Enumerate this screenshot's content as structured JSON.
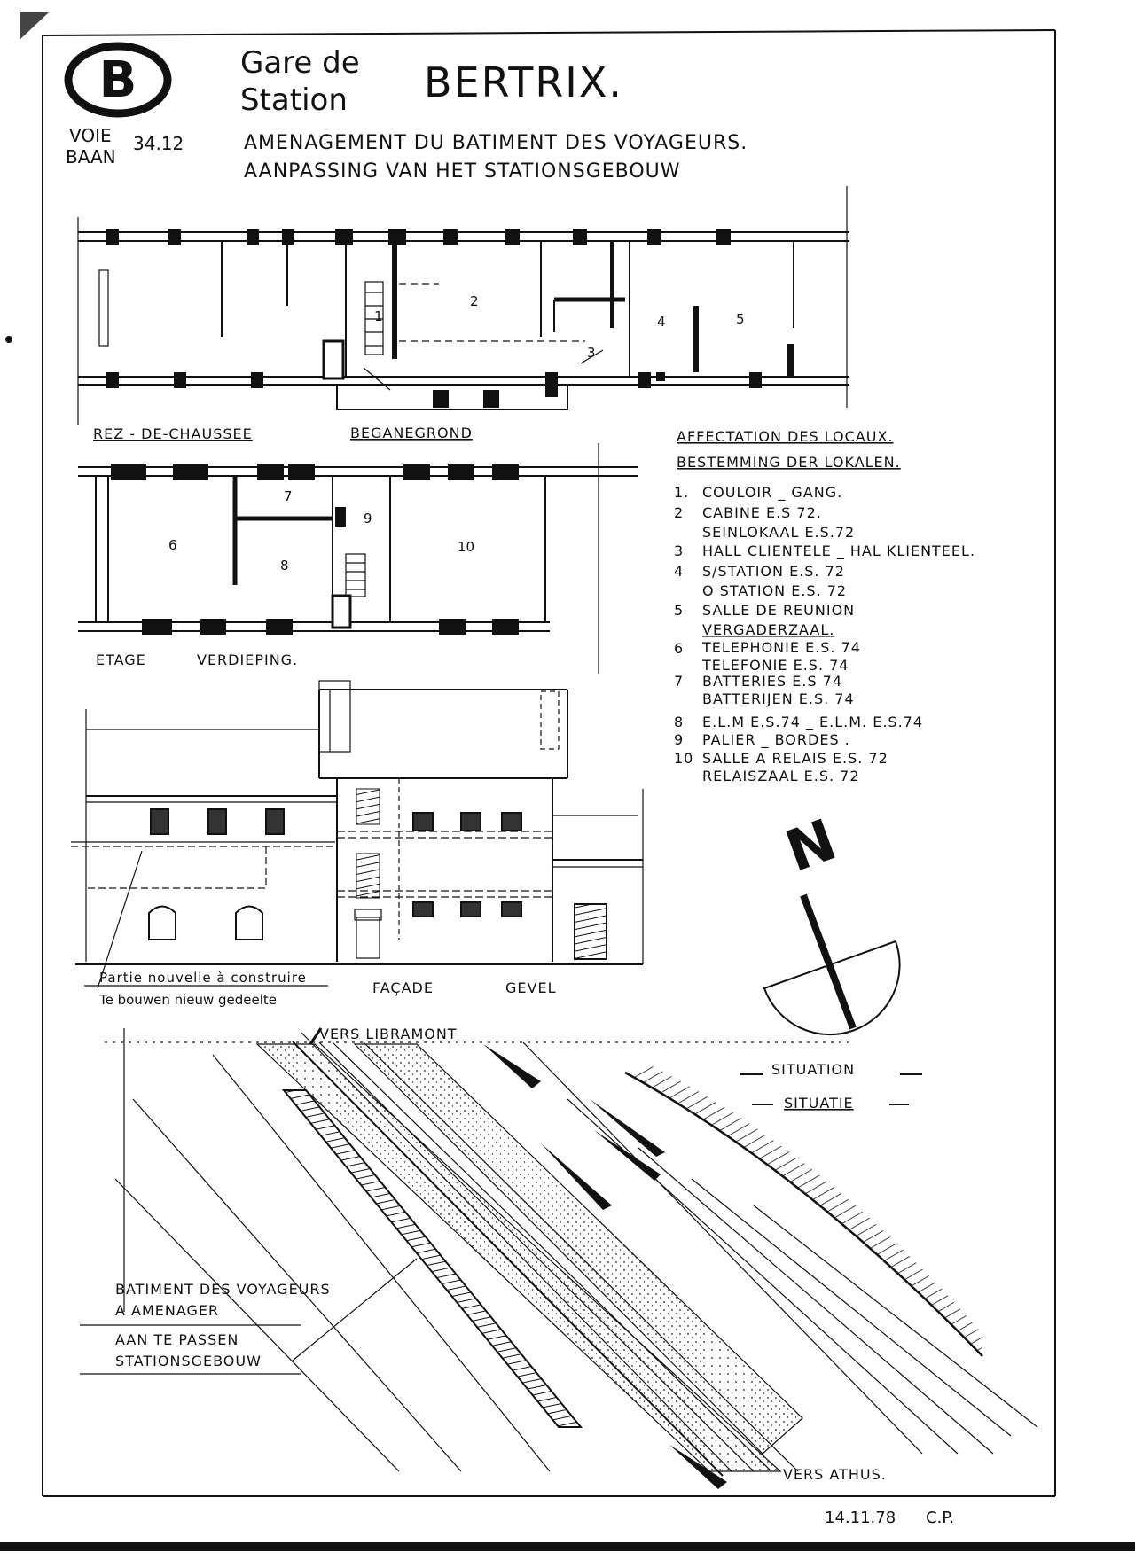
{
  "header": {
    "logo_letter": "B",
    "station_fr": "Gare de",
    "station_nl": "Station",
    "station_name": "BERTRIX.",
    "track_fr": "VOIE",
    "track_nl": "BAAN",
    "track_number": "34.12",
    "project_fr": "AMENAGEMENT DU BATIMENT DES VOYAGEURS.",
    "project_nl": "AANPASSING VAN HET STATIONSGEBOUW"
  },
  "plans": {
    "ground_fr": "REZ - DE-CHAUSSEE",
    "ground_nl": "BEGANEGROND",
    "upper_fr": "ETAGE",
    "upper_nl": "VERDIEPING.",
    "facade_fr": "FAÇADE",
    "facade_nl": "GEVEL",
    "new_part_fr": "Partie nouvelle à construire",
    "new_part_nl": "Te bouwen nieuw gedeelte",
    "ground_rooms": [
      "1",
      "2",
      "3",
      "4",
      "5"
    ],
    "upper_rooms": [
      "6",
      "7",
      "8",
      "9",
      "10"
    ]
  },
  "legend": {
    "title_fr": "AFFECTATION DES LOCAUX.",
    "title_nl": "BESTEMMING DER LOKALEN.",
    "items": [
      {
        "num": "1.",
        "lines": [
          "COULOIR _ GANG."
        ]
      },
      {
        "num": "2",
        "lines": [
          "CABINE E.S 72.",
          "SEINLOKAAL E.S.72"
        ]
      },
      {
        "num": "3",
        "lines": [
          "HALL CLIENTELE _ HAL KLIENTEEL."
        ]
      },
      {
        "num": "4",
        "lines": [
          "S/STATION E.S. 72",
          "O STATION E.S. 72"
        ]
      },
      {
        "num": "5",
        "lines": [
          "SALLE DE REUNION",
          "VERGADERZAAL."
        ]
      },
      {
        "num": "6",
        "lines": [
          "TELEPHONIE E.S. 74",
          "TELEFONIE E.S. 74"
        ]
      },
      {
        "num": "7",
        "lines": [
          "BATTERIES E.S 74",
          "BATTERIJEN E.S. 74"
        ]
      },
      {
        "num": "8",
        "lines": [
          "E.L.M E.S.74 _ E.L.M. E.S.74"
        ]
      },
      {
        "num": "9",
        "lines": [
          "PALIER _ BORDES ."
        ]
      },
      {
        "num": "10",
        "lines": [
          "SALLE A RELAIS E.S. 72",
          "RELAISZAAL E.S. 72"
        ]
      }
    ]
  },
  "compass": {
    "north": "N"
  },
  "situation": {
    "title_fr": "SITUATION",
    "title_nl": "SITUATIE",
    "to_north": "VERS LIBRAMONT",
    "to_south": "VERS ATHUS.",
    "building_fr_1": "BATIMENT DES VOYAGEURS",
    "building_fr_2": "A AMENAGER",
    "building_nl_1": "AAN TE PASSEN",
    "building_nl_2": "STATIONSGEBOUW"
  },
  "footer": {
    "date": "14.11.78",
    "initials": "C.P."
  }
}
